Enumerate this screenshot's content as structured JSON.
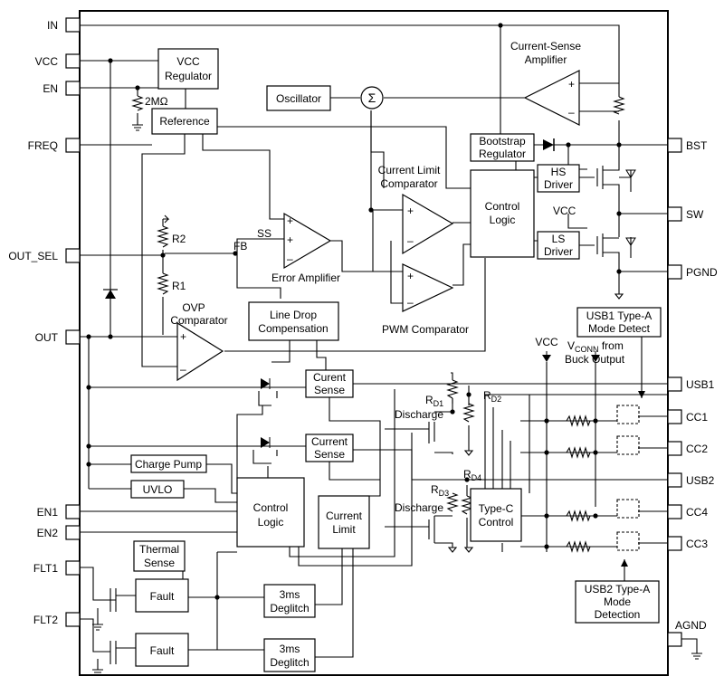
{
  "pins_left": [
    "IN",
    "VCC",
    "EN",
    "FREQ",
    "OUT_SEL",
    "OUT",
    "EN1",
    "EN2",
    "FLT1",
    "FLT2"
  ],
  "pins_right": [
    "BST",
    "SW",
    "PGND",
    "USB1",
    "CC1",
    "CC2",
    "USB2",
    "CC4",
    "CC3",
    "AGND"
  ],
  "blocks": {
    "vcc_regulator": [
      "VCC",
      "Regulator"
    ],
    "reference": "Reference",
    "oscillator": "Oscillator",
    "bootstrap_regulator": [
      "Bootstrap",
      "Regulator"
    ],
    "hs_driver": [
      "HS",
      "Driver"
    ],
    "ls_driver": [
      "LS",
      "Driver"
    ],
    "control_logic_top": [
      "Control",
      "Logic"
    ],
    "line_drop_compensation": [
      "Line Drop",
      "Compensation"
    ],
    "current_sense_1": [
      "Curent",
      "Sense"
    ],
    "current_sense_2": [
      "Current",
      "Sense"
    ],
    "charge_pump": "Charge Pump",
    "uvlo": "UVLO",
    "control_logic_bottom": [
      "Control",
      "Logic"
    ],
    "current_limit": [
      "Current",
      "Limit"
    ],
    "thermal_sense": [
      "Thermal",
      "Sense"
    ],
    "fault_1": "Fault",
    "fault_2": "Fault",
    "deglitch_1": [
      "3ms",
      "Deglitch"
    ],
    "deglitch_2": [
      "3ms",
      "Deglitch"
    ],
    "type_c_control": [
      "Type-C",
      "Control"
    ],
    "usb1_detect": [
      "USB1 Type-A",
      "Mode Detect"
    ],
    "usb2_detect": [
      "USB2 Type-A",
      "Mode",
      "Detection"
    ]
  },
  "labels": {
    "current_sense_amplifier": [
      "Current-Sense",
      "Amplifier"
    ],
    "current_limit_comparator": [
      "Current Limit",
      "Comparator"
    ],
    "error_amplifier": "Error Amplifier",
    "pwm_comparator": "PWM Comparator",
    "ovp_comparator": [
      "OVP",
      "Comparator"
    ],
    "sum": "Σ",
    "r2m": "2MΩ",
    "r2": "R2",
    "r1": "R1",
    "fb": "FB",
    "ss": "SS",
    "vcc_sym": "VCC",
    "vconn": "V",
    "vconn_sub": "CONN",
    "vconn_rest": " from",
    "buck_output": "Buck Output",
    "rd1": "R",
    "rd1_sub": "D1",
    "rd2": "R",
    "rd2_sub": "D2",
    "rd3": "R",
    "rd3_sub": "D3",
    "rd4": "R",
    "rd4_sub": "D4",
    "discharge": "Discharge",
    "plus": "+",
    "minus": "–"
  }
}
